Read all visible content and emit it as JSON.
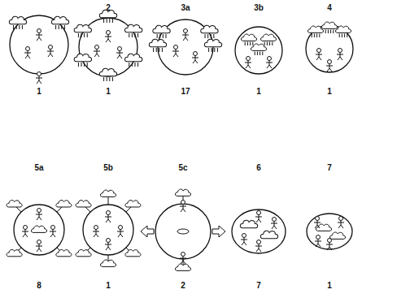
{
  "diagram": {
    "labels": [
      "2",
      "3a",
      "3b",
      "4",
      "1",
      "1",
      "17",
      "1",
      "1",
      "5a",
      "5b",
      "5c",
      "6",
      "7",
      "8",
      "1",
      "2",
      "7",
      "1"
    ]
  }
}
